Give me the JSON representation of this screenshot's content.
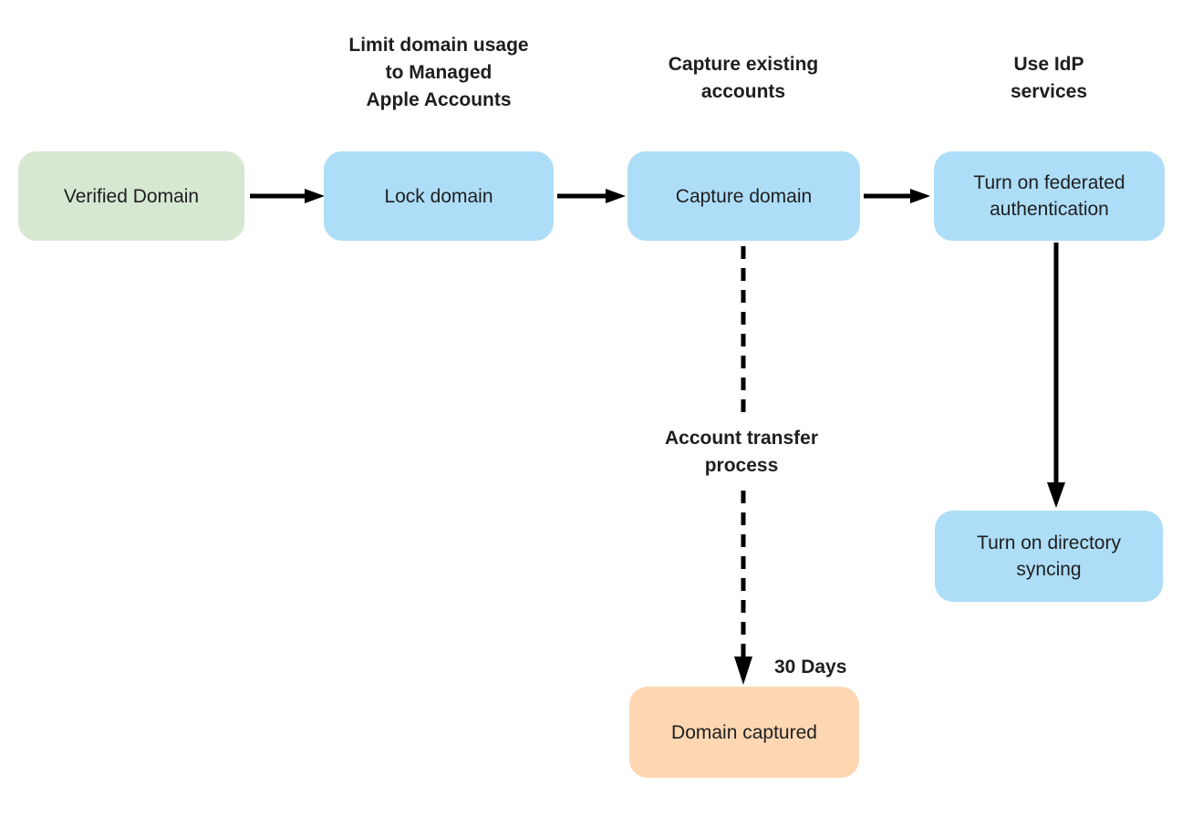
{
  "diagram": {
    "colors": {
      "background": "#ffffff",
      "text": "#1e1e20",
      "arrow": "#000000",
      "node_green": "#d6e8d2",
      "node_blue": "#aedef7",
      "node_orange": "#fcd7b2"
    },
    "nodes": [
      {
        "id": "verified-domain",
        "label": "Verified Domain",
        "fill": "#d6e8d2"
      },
      {
        "id": "lock-domain",
        "label": "Lock domain",
        "fill": "#aedef7"
      },
      {
        "id": "capture-domain",
        "label": "Capture domain",
        "fill": "#aedef7"
      },
      {
        "id": "turn-on-federated-authentication",
        "label": "Turn on federated\nauthentication",
        "fill": "#aedef7"
      },
      {
        "id": "turn-on-directory-syncing",
        "label": "Turn on directory\nsyncing",
        "fill": "#aedef7"
      },
      {
        "id": "domain-captured",
        "label": "Domain captured",
        "fill": "#fcd7b2"
      }
    ],
    "annotations": [
      {
        "id": "limit-domain-usage",
        "label": "Limit domain usage\nto Managed\nApple Accounts"
      },
      {
        "id": "capture-existing-accounts",
        "label": "Capture existing\naccounts"
      },
      {
        "id": "use-idp-services",
        "label": "Use IdP\nservices"
      },
      {
        "id": "account-transfer-process",
        "label": "Account transfer\nprocess"
      },
      {
        "id": "thirty-days",
        "label": "30 Days"
      }
    ]
  }
}
